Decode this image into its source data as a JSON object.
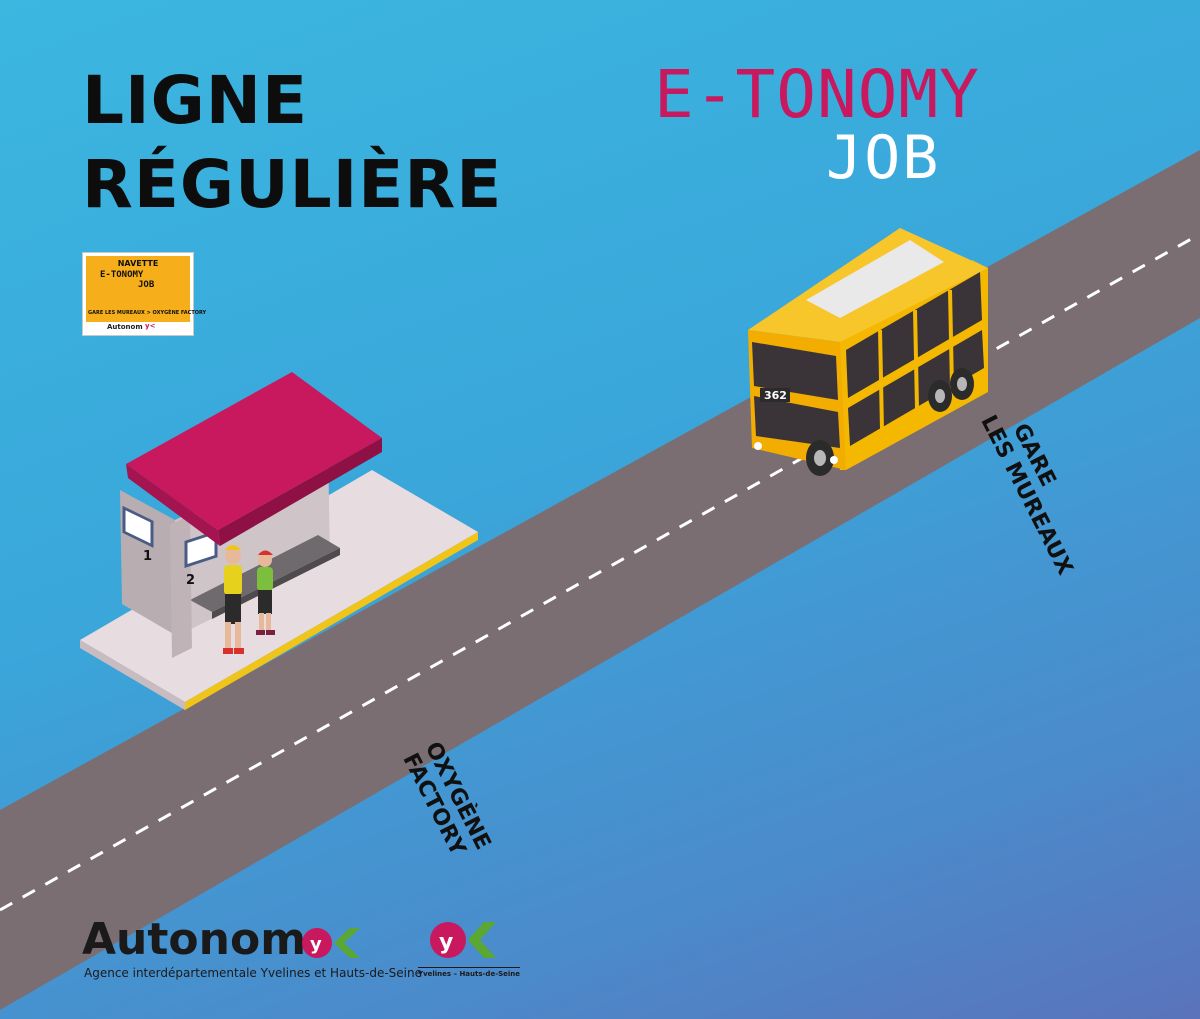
{
  "title": {
    "line1": "LIGNE",
    "line2": "RÉGULIÈRE"
  },
  "brand": {
    "top": "E-TONOMY",
    "bottom": "JOB"
  },
  "sticker": {
    "heading": "NAVETTE",
    "brand_top": "E-TONOMY",
    "brand_bottom": "JOB",
    "route": "GARE LES MUREAUX > OXYGÈNE FACTORY",
    "footer": "Autonom",
    "footer_mark": "y<"
  },
  "bus": {
    "number": "362"
  },
  "stop_numbers": {
    "left": "1",
    "right": "2"
  },
  "stops": {
    "gare": {
      "line1": "GARE",
      "line2": "LES MUREAUX"
    },
    "oxygene": {
      "line1": "OXYGÈNE",
      "line2": "FACTORY"
    }
  },
  "footer": {
    "brand": "Autonom",
    "tagline": "Agence interdépartementale Yvelines et Hauts-de-Seine",
    "partner_caption": "Yvelines – Hauts-de-Seine"
  },
  "colors": {
    "sky_top": "#3bb7e0",
    "sky_bottom": "#5a73bb",
    "road": "#7a6e73",
    "bus_yellow": "#f5b800",
    "roof_magenta": "#c8185e",
    "platform": "#e3d6d9",
    "kerb_yellow": "#f0c419",
    "logo_green": "#5aa832",
    "logo_magenta": "#c8185e"
  },
  "icons": [
    "bus-icon",
    "shelter-illustration",
    "passengers-illustration",
    "autonomy-logo-mark",
    "yk-logo"
  ]
}
